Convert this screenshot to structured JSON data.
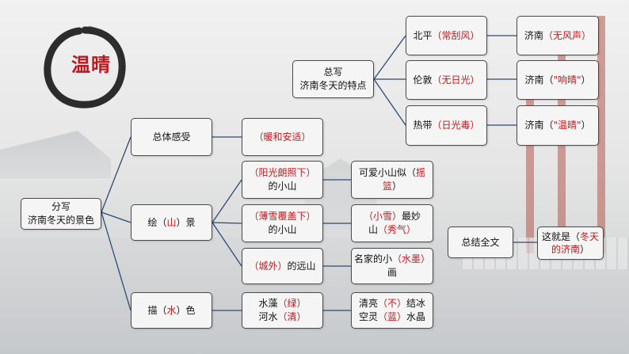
{
  "title": "温晴",
  "root": {
    "line1": "分写",
    "line2": "济南冬天的景色"
  },
  "summary": {
    "line1": "总写",
    "line2": "济南冬天的特点"
  },
  "overall": {
    "label": "总体感受",
    "answer": "（暖和安适）"
  },
  "mountain": {
    "pre": "绘（",
    "key": "山",
    "post": "）景",
    "items": [
      {
        "a_key": "（阳光朗照下）",
        "a_tail": "的小山",
        "b_pre": "可爱小山似（",
        "b_key": "摇篮",
        "b_post": "）"
      },
      {
        "a_key": "（薄雪覆盖下）",
        "a_tail": "的小山",
        "b_key1": "（小雪）",
        "b_mid": "最妙",
        "b_pre2": "山",
        "b_key2": "（秀气）"
      },
      {
        "a_key": "（城外）",
        "a_tail": "的远山",
        "b_pre": "名家的小",
        "b_key": "（水墨）",
        "b_post": "画"
      }
    ]
  },
  "water": {
    "pre": "描（",
    "key": "水",
    "post": "）色",
    "left": {
      "l1_pre": "水藻",
      "l1_key": "（绿）",
      "l2_pre": "河水",
      "l2_key": "（清）"
    },
    "right": {
      "l1_pre": "清亮",
      "l1_key": "（不）",
      "l1_post": "结冰",
      "l2_pre": "空灵",
      "l2_key": "（蓝）",
      "l2_post": "水晶"
    }
  },
  "compare": [
    {
      "city": "北平",
      "trait": "（常刮风）",
      "jn_pre": "济南",
      "jn_key": "（无风声）",
      "jn_post": ""
    },
    {
      "city": "伦敦",
      "trait": "（无日光）",
      "jn_pre": "济南（",
      "jn_key": "\"响晴\"",
      "jn_post": "）"
    },
    {
      "city": "热带",
      "trait": "（日光毒）",
      "jn_pre": "济南（",
      "jn_key": "\"温晴\"",
      "jn_post": "）"
    }
  ],
  "conclusion": {
    "label": "总结全文",
    "pre": "这就是（",
    "key": "冬天的济南",
    "post": "）"
  },
  "colors": {
    "accent": "#c4161c",
    "line": "#2f4a73",
    "border": "#4a4a4a"
  }
}
